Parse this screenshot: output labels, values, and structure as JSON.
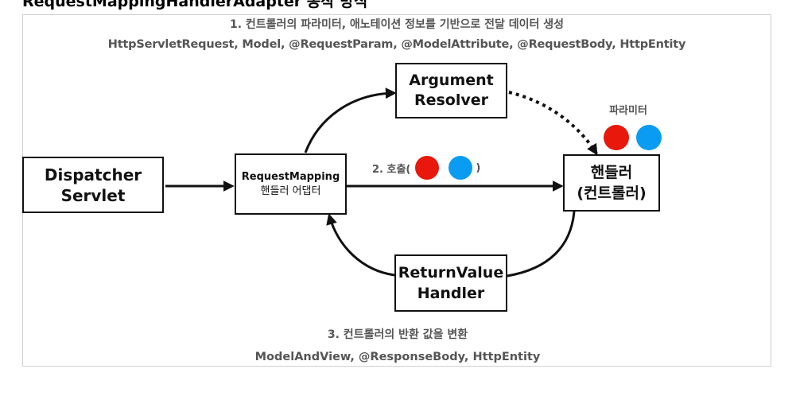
{
  "heading": "RequestMappingHandlerAdapter 동작 방식",
  "step1": {
    "title": "1. 컨트롤러의 파라미터, 애노테이션 정보를 기반으로 전달 데이터 생성",
    "types": "HttpServletRequest, Model, @RequestParam, @ModelAttribute, @RequestBody, HttpEntity"
  },
  "step2": {
    "prefix": "2. 호출(",
    "suffix": ")"
  },
  "step3": {
    "title": "3. 컨트롤러의 반환 값을 변환",
    "types": "ModelAndView, @ResponseBody, HttpEntity"
  },
  "nodes": {
    "dispatcher": {
      "line1": "Dispatcher",
      "line2": "Servlet"
    },
    "adapter": {
      "line1": "RequestMapping",
      "line2": "핸들러 어댑터"
    },
    "argument_resolver": {
      "line1": "Argument",
      "line2": "Resolver"
    },
    "handler": {
      "line1": "핸들러",
      "line2": "(컨트롤러)"
    },
    "return_value_handler": {
      "line1": "ReturnValue",
      "line2": "Handler"
    }
  },
  "param_label": "파라미터",
  "colors": {
    "red_dot": "#e8180c",
    "blue_dot": "#0a9cf3",
    "arrow": "#111111",
    "caption": "#555555"
  }
}
